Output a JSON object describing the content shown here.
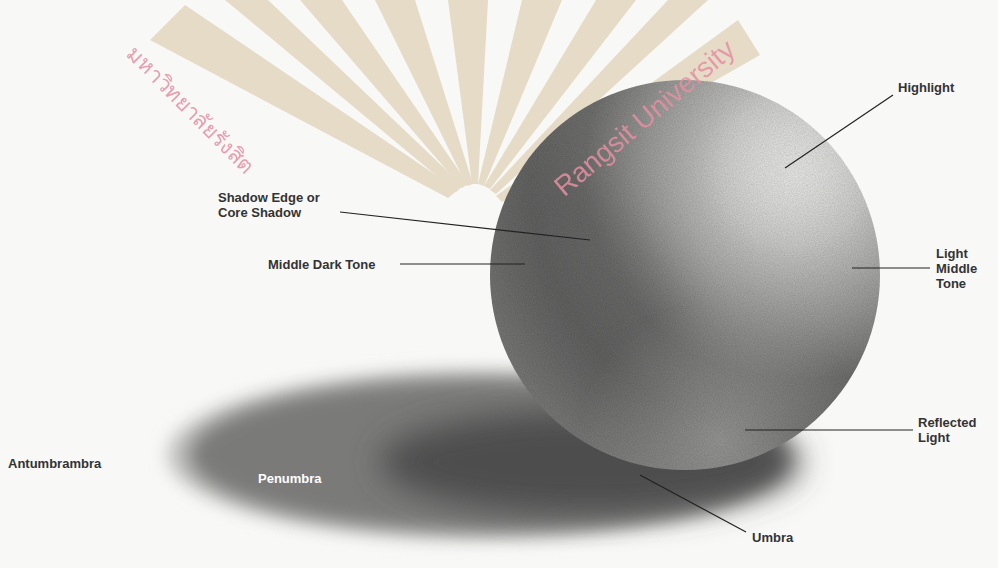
{
  "diagram": {
    "labels": [
      "Highlight",
      "Shadow Edge or Core Shadow",
      "Middle Dark Tone",
      "Light Middle Tone",
      "Reflected Light",
      "Antumbrambra",
      "Penumbra",
      "Umbra",
      "มหาวิทยาลัยรังสิต",
      "Rangsit University"
    ]
  }
}
